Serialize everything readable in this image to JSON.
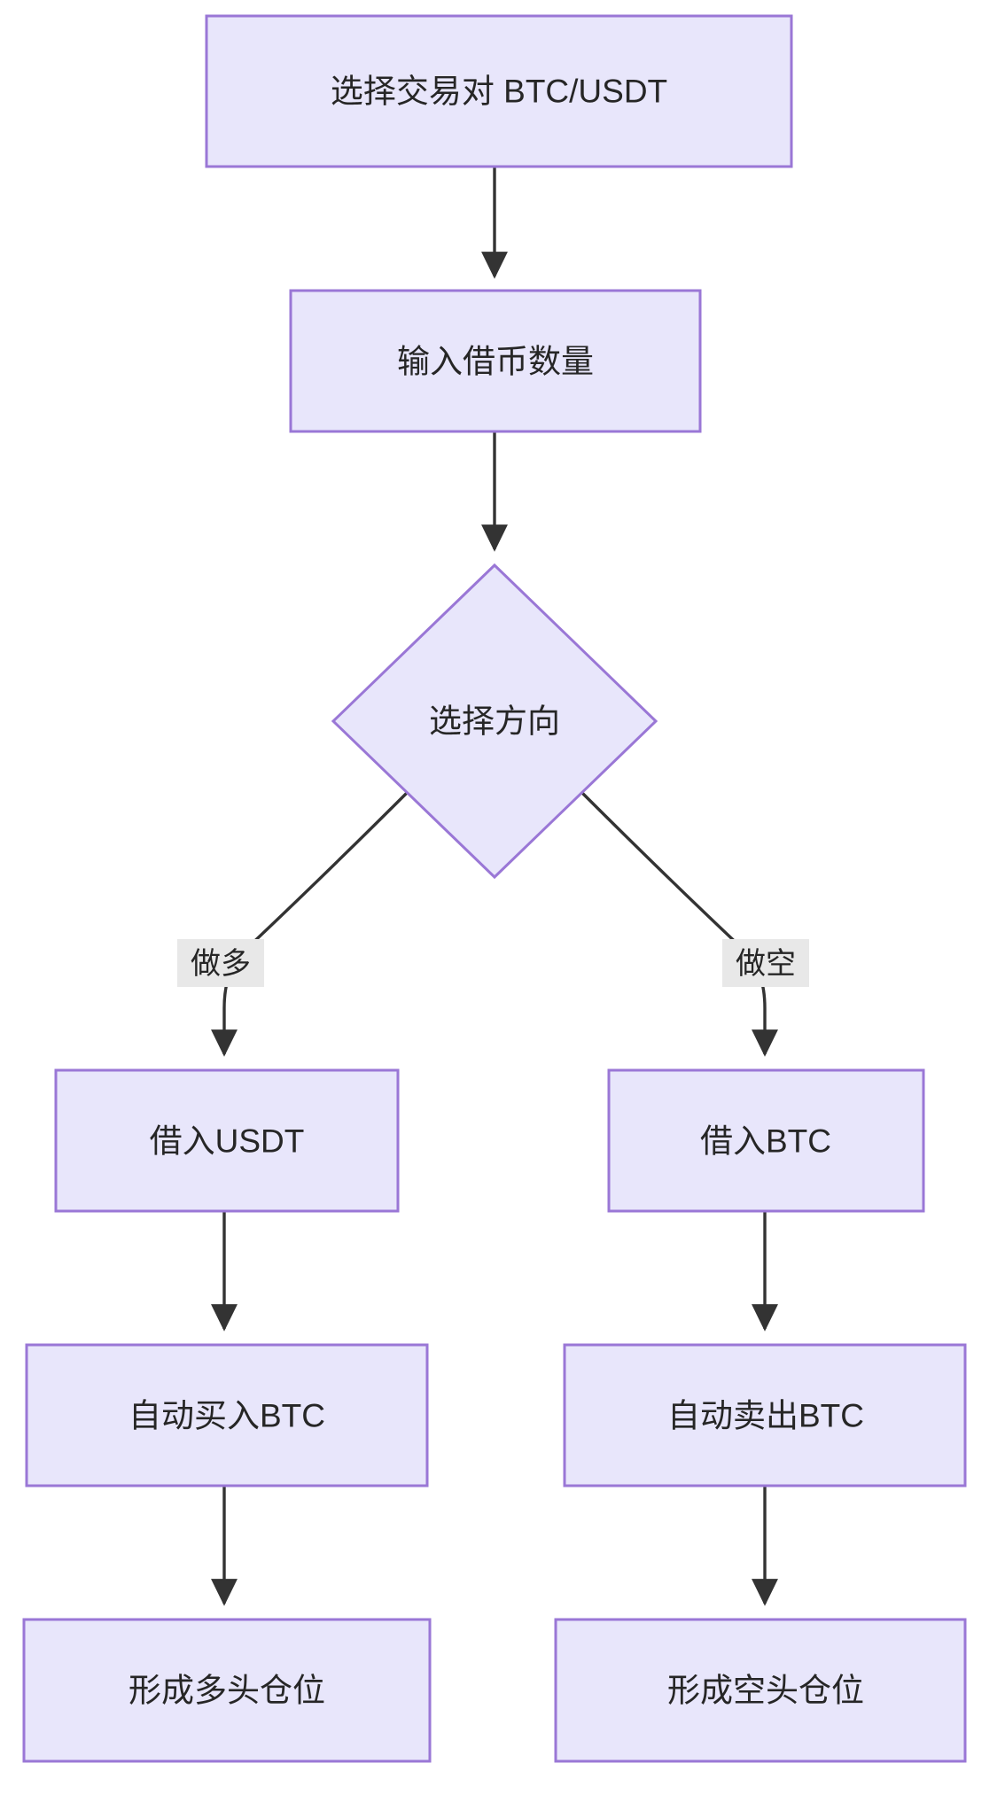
{
  "diagram": {
    "type": "flowchart",
    "direction": "top-down",
    "background_color": "#FFFFFF",
    "node_fill_color": "#E8E6FB",
    "node_border_color": "#9A77D6",
    "edge_color": "#333333",
    "text_color": "#262626",
    "edge_label_bg_color": "#E8E8E8",
    "nodes": [
      {
        "id": "n1",
        "label": "选择交易对 BTC/USDT",
        "shape": "rectangle"
      },
      {
        "id": "n2",
        "label": "输入借币数量",
        "shape": "rectangle"
      },
      {
        "id": "n3",
        "label": "选择方向",
        "shape": "diamond"
      },
      {
        "id": "n4",
        "label": "借入USDT",
        "shape": "rectangle"
      },
      {
        "id": "n5",
        "label": "借入BTC",
        "shape": "rectangle"
      },
      {
        "id": "n6",
        "label": "自动买入BTC",
        "shape": "rectangle"
      },
      {
        "id": "n7",
        "label": "自动卖出BTC",
        "shape": "rectangle"
      },
      {
        "id": "n8",
        "label": "形成多头仓位",
        "shape": "rectangle"
      },
      {
        "id": "n9",
        "label": "形成空头仓位",
        "shape": "rectangle"
      }
    ],
    "edges": [
      {
        "from": "n1",
        "to": "n2",
        "label": ""
      },
      {
        "from": "n2",
        "to": "n3",
        "label": ""
      },
      {
        "from": "n3",
        "to": "n4",
        "label": "做多"
      },
      {
        "from": "n3",
        "to": "n5",
        "label": "做空"
      },
      {
        "from": "n4",
        "to": "n6",
        "label": ""
      },
      {
        "from": "n5",
        "to": "n7",
        "label": ""
      },
      {
        "from": "n6",
        "to": "n8",
        "label": ""
      },
      {
        "from": "n7",
        "to": "n9",
        "label": ""
      }
    ],
    "edge_labels": {
      "long": "做多",
      "short": "做空"
    }
  }
}
